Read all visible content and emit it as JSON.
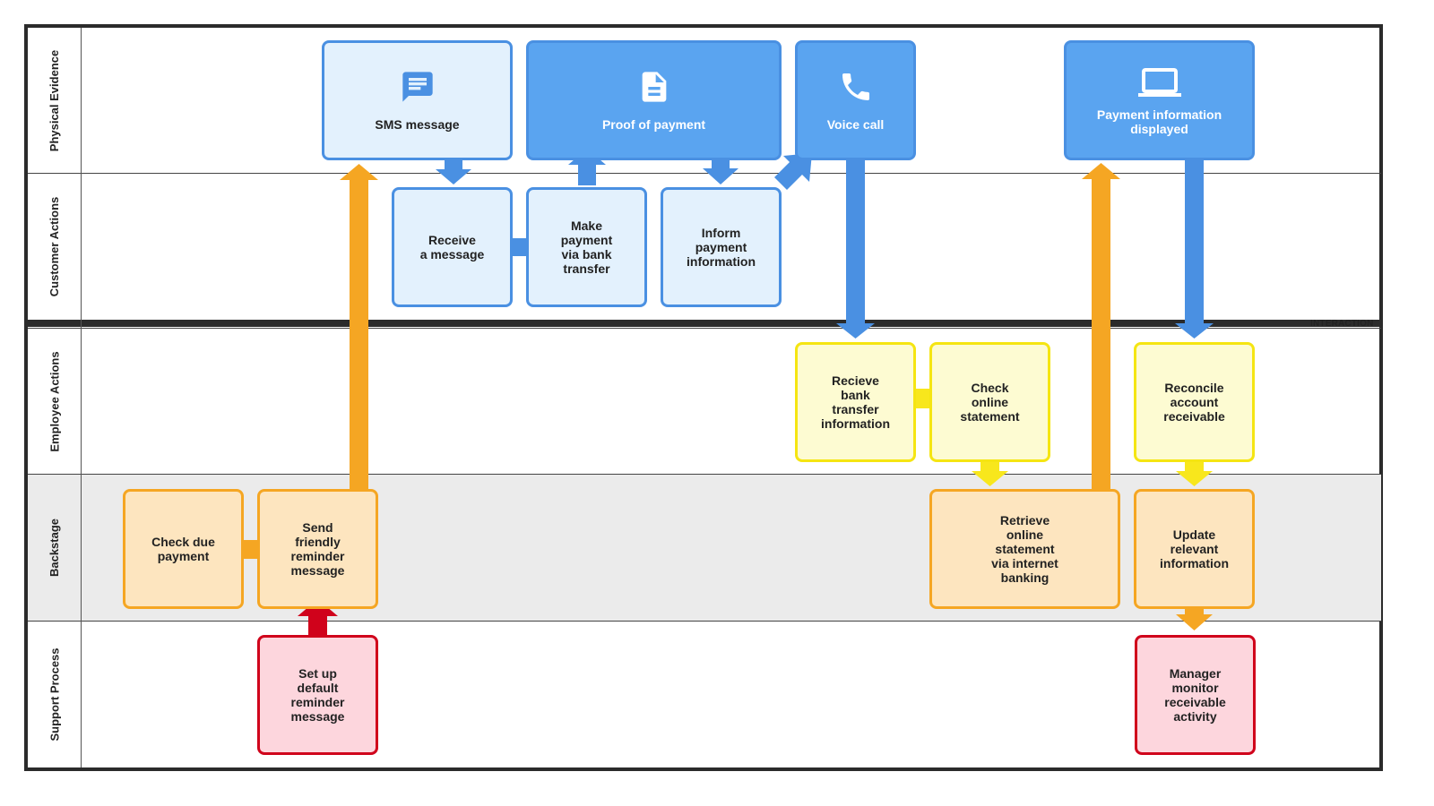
{
  "lanes": [
    {
      "label": "Physical Evidence"
    },
    {
      "label": "Customer Actions"
    },
    {
      "label": "Employee Actions"
    },
    {
      "label": "Backstage"
    },
    {
      "label": "Support Process"
    }
  ],
  "divider_label": "INTERACTION",
  "physical_evidence": {
    "sms": {
      "label": "SMS message",
      "icon": "message-icon"
    },
    "proof": {
      "label": "Proof of payment",
      "icon": "document-icon"
    },
    "voice": {
      "label": "Voice call",
      "icon": "phone-icon"
    },
    "payment_info": {
      "label": "Payment information\ndisplayed",
      "icon": "laptop-icon"
    }
  },
  "customer_actions": {
    "receive": "Receive\na message",
    "make_payment": "Make\npayment\nvia bank\ntransfer",
    "inform": "Inform\npayment\ninformation"
  },
  "employee_actions": {
    "recieve_bank": "Recieve\nbank\ntransfer\ninformation",
    "check_online": "Check\nonline\nstatement",
    "reconcile": "Reconcile\naccount\nreceivable"
  },
  "backstage": {
    "check_due": "Check due\npayment",
    "send_reminder": "Send\nfriendly\nreminder\nmessage",
    "retrieve": "Retrieve\nonline\nstatement\nvia internet\nbanking",
    "update": "Update\nrelevant\ninformation"
  },
  "support_process": {
    "setup": "Set up\ndefault\nreminder\nmessage",
    "manager": "Manager\nmonitor\nreceivable\nactivity"
  },
  "colors": {
    "blue_arrow": "#4a90e2",
    "orange_arrow": "#f5a623",
    "yellow_arrow": "#f8e71c",
    "red_arrow": "#d0021b",
    "backstage_bg": "#ebebeb"
  }
}
